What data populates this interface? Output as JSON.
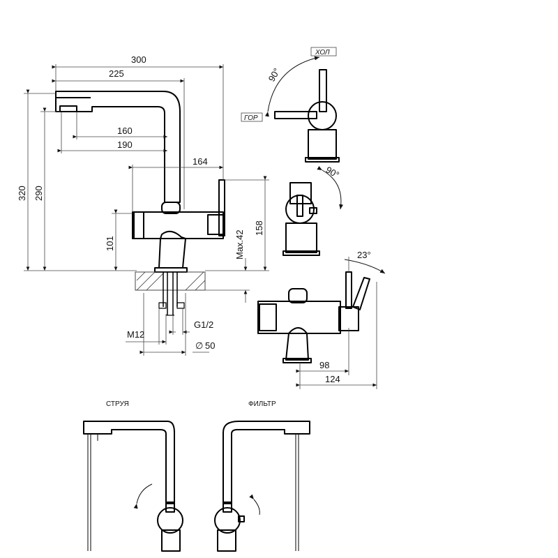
{
  "dimensions": {
    "d300": "300",
    "d225": "225",
    "d160": "160",
    "d190": "190",
    "d164": "164",
    "d320": "320",
    "d290": "290",
    "d101": "101",
    "d158": "158",
    "max42": "Max.42",
    "m12": "M12",
    "g12": "G1/2",
    "d50": "50",
    "d98": "98",
    "d124": "124"
  },
  "angles": {
    "top_view": "90°",
    "side_view": "90°",
    "tilt": "23°"
  },
  "handle_labels": {
    "cold": "ХОЛ",
    "hot": "ГОР"
  },
  "mode_labels": {
    "stream": "СТРУЯ",
    "filter": "ФИЛЬТР"
  },
  "symbols": {
    "diameter": "∅"
  }
}
